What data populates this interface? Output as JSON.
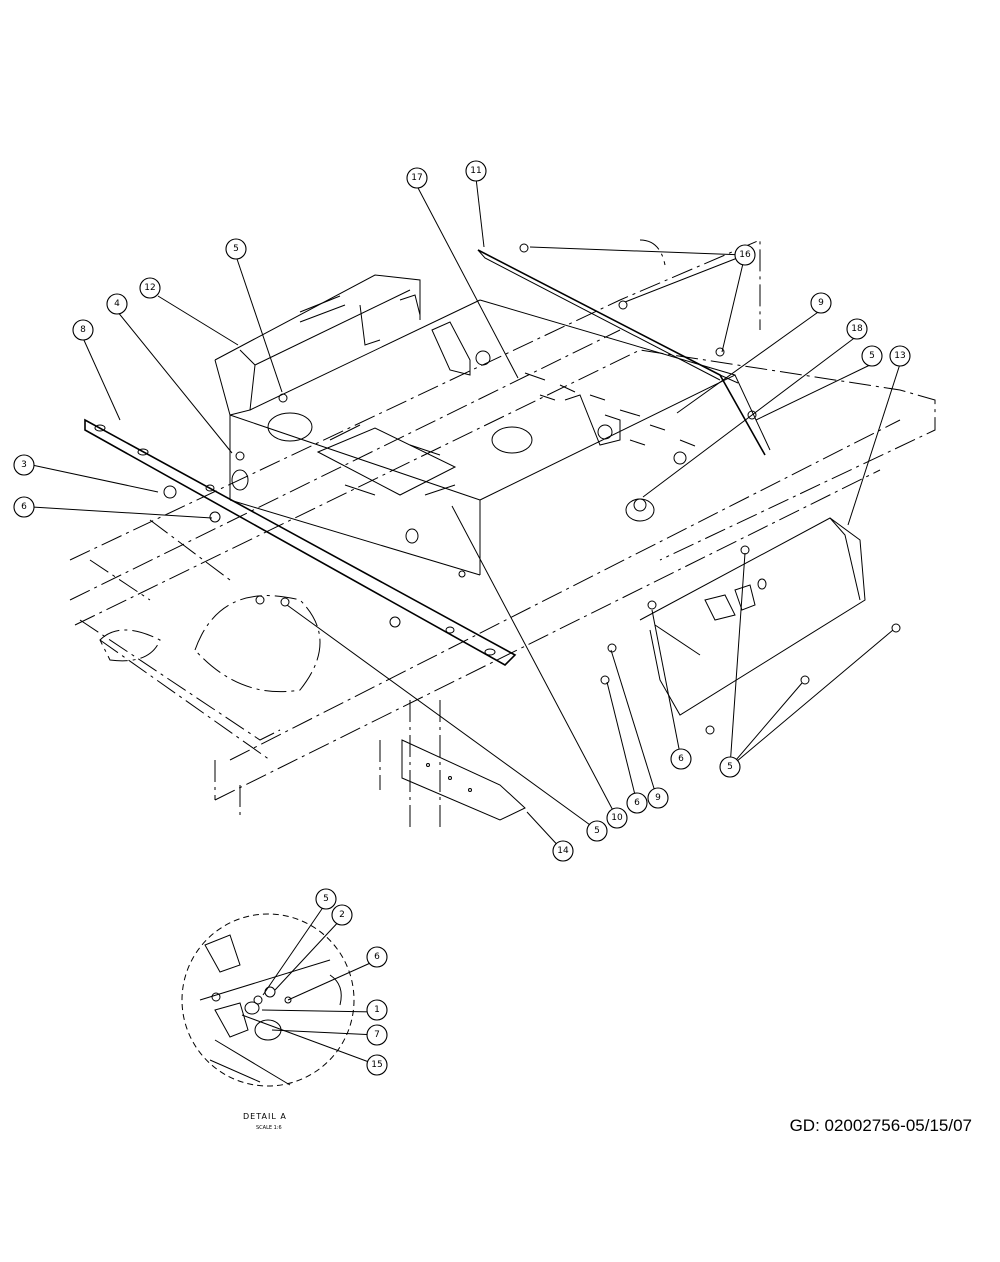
{
  "document": {
    "id_text": "GD: 02002756-05/15/07",
    "detail_label": "DETAIL A",
    "detail_scale": "SCALE 1:6"
  },
  "callouts": [
    {
      "label": "17"
    },
    {
      "label": "11"
    },
    {
      "label": "16"
    },
    {
      "label": "5"
    },
    {
      "label": "12"
    },
    {
      "label": "4"
    },
    {
      "label": "8"
    },
    {
      "label": "9"
    },
    {
      "label": "18"
    },
    {
      "label": "5"
    },
    {
      "label": "13"
    },
    {
      "label": "3"
    },
    {
      "label": "6"
    },
    {
      "label": "5"
    },
    {
      "label": "10"
    },
    {
      "label": "6"
    },
    {
      "label": "9"
    },
    {
      "label": "6"
    },
    {
      "label": "5"
    },
    {
      "label": "14"
    },
    {
      "label": "5"
    },
    {
      "label": "2"
    },
    {
      "label": "6"
    },
    {
      "label": "1"
    },
    {
      "label": "7"
    },
    {
      "label": "15"
    }
  ]
}
